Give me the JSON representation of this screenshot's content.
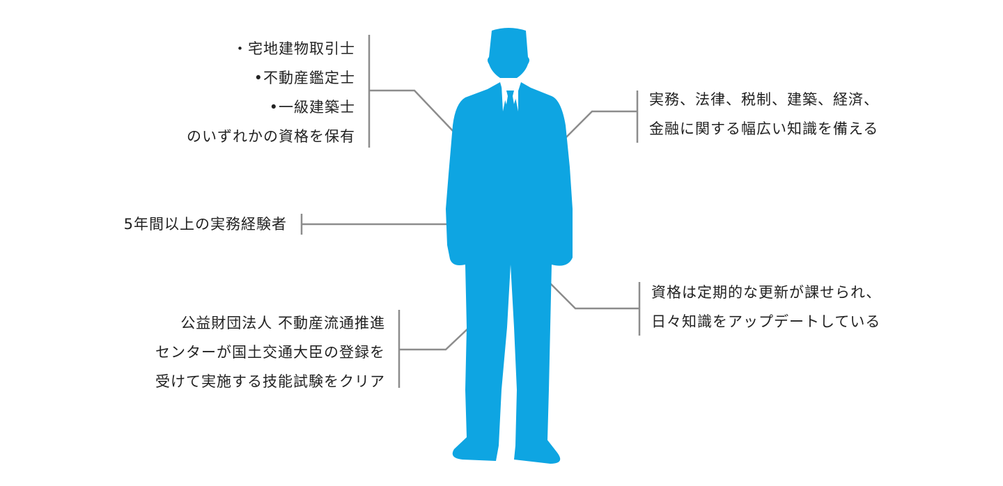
{
  "colors": {
    "figure": "#0ea5e2",
    "line": "#8c8c8c",
    "text": "#222222"
  },
  "annotations": {
    "qualifications": [
      "・宅地建物取引士",
      "•不動産鑑定士",
      "•一級建築士",
      "のいずれかの資格を保有"
    ],
    "knowledge": [
      "実務、法律、税制、建築、経済、",
      "金融に関する幅広い知識を備える"
    ],
    "experience": [
      "5年間以上の実務経験者"
    ],
    "renewal": [
      "資格は定期的な更新が課せられ、",
      "日々知識をアップデートしている"
    ],
    "exam": [
      "公益財団法人  不動産流通推進",
      "センターが国土交通大臣の登録を",
      "受けて実施する技能試験をクリア"
    ]
  }
}
